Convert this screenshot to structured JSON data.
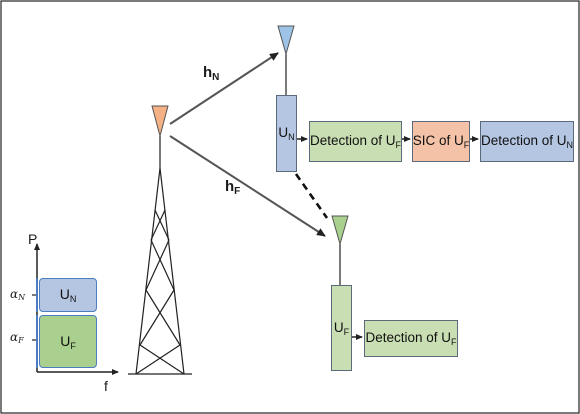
{
  "labels": {
    "h_near": "h",
    "h_near_sub": "N",
    "h_far": "h",
    "h_far_sub": "F",
    "axis_p": "P",
    "axis_f": "f",
    "alpha": "α",
    "alpha_near_sub": "N",
    "alpha_far_sub": "F",
    "user": "U",
    "near_sub": "N",
    "far_sub": "F"
  },
  "near_chain": {
    "user_box": "U",
    "user_sub": "N",
    "step1_prefix": "Detection of U",
    "step1_sub": "F",
    "step2_prefix": "SIC of U",
    "step2_sub": "F",
    "step3_prefix": "Detection of U",
    "step3_sub": "N"
  },
  "far_chain": {
    "user_box": "U",
    "user_sub": "F",
    "step1_prefix": "Detection of U",
    "step1_sub": "F"
  },
  "power_levels": [
    {
      "user": "U",
      "sub": "N",
      "color": "#b5c6e2"
    },
    {
      "user": "U",
      "sub": "F",
      "color": "#a9d08e"
    }
  ],
  "colors": {
    "antenna_bs": "#f4b183",
    "antenna_near": "#9dc3e6",
    "antenna_far": "#a9d08e",
    "green": "#c9deb2",
    "blue": "#b5c6e2",
    "orange": "#f3c2a7"
  }
}
